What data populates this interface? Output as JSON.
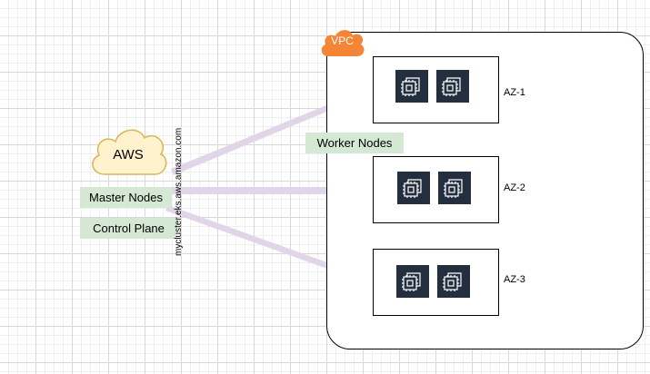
{
  "aws": {
    "label": "AWS"
  },
  "master": {
    "label": "Master Nodes"
  },
  "control": {
    "label": "Control Plane"
  },
  "endpoint": {
    "label": "mycluster.eks.aws.amazon.com"
  },
  "vpc": {
    "label": "VPC"
  },
  "workers": {
    "label": "Worker Nodes"
  },
  "azs": [
    {
      "label": "AZ-1"
    },
    {
      "label": "AZ-2"
    },
    {
      "label": "AZ-3"
    }
  ],
  "colors": {
    "arrow": "#e1d5e7",
    "label_fill": "#d5e8d4",
    "cloud_fill": "#fff2cc",
    "cloud_stroke": "#d6b656",
    "vpc_fill": "#f58536",
    "chip_bg": "#232f3e"
  },
  "icons": {
    "instance": "ec2-instance-icon",
    "cloud": "cloud-icon"
  }
}
